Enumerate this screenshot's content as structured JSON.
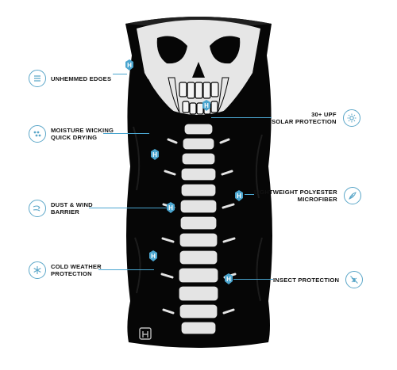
{
  "features": {
    "unhemmed": {
      "label": "UNHEMMED EDGES",
      "icon": "fabric-edge-icon"
    },
    "moisture": {
      "line1": "MOISTURE WICKING",
      "line2": "QUICK DRYING",
      "icon": "water-drops-icon"
    },
    "dust": {
      "line1": "DUST & WIND",
      "line2": "BARRIER",
      "icon": "wind-icon"
    },
    "cold": {
      "line1": "COLD WEATHER",
      "line2": "PROTECTION",
      "icon": "snowflake-icon"
    },
    "upf": {
      "line1": "30+ UPF",
      "line2": "SOLAR PROTECTION",
      "icon": "sun-icon"
    },
    "polyester": {
      "line1": "LIGHTWEIGHT POLYESTER",
      "line2": "MICROFIBER",
      "icon": "feather-icon"
    },
    "insect": {
      "label": "INSECT PROTECTION",
      "icon": "no-insect-icon"
    }
  },
  "colors": {
    "accent": "#4aa5cf",
    "fabric": "#060606",
    "bone": "#e6e6e6"
  }
}
